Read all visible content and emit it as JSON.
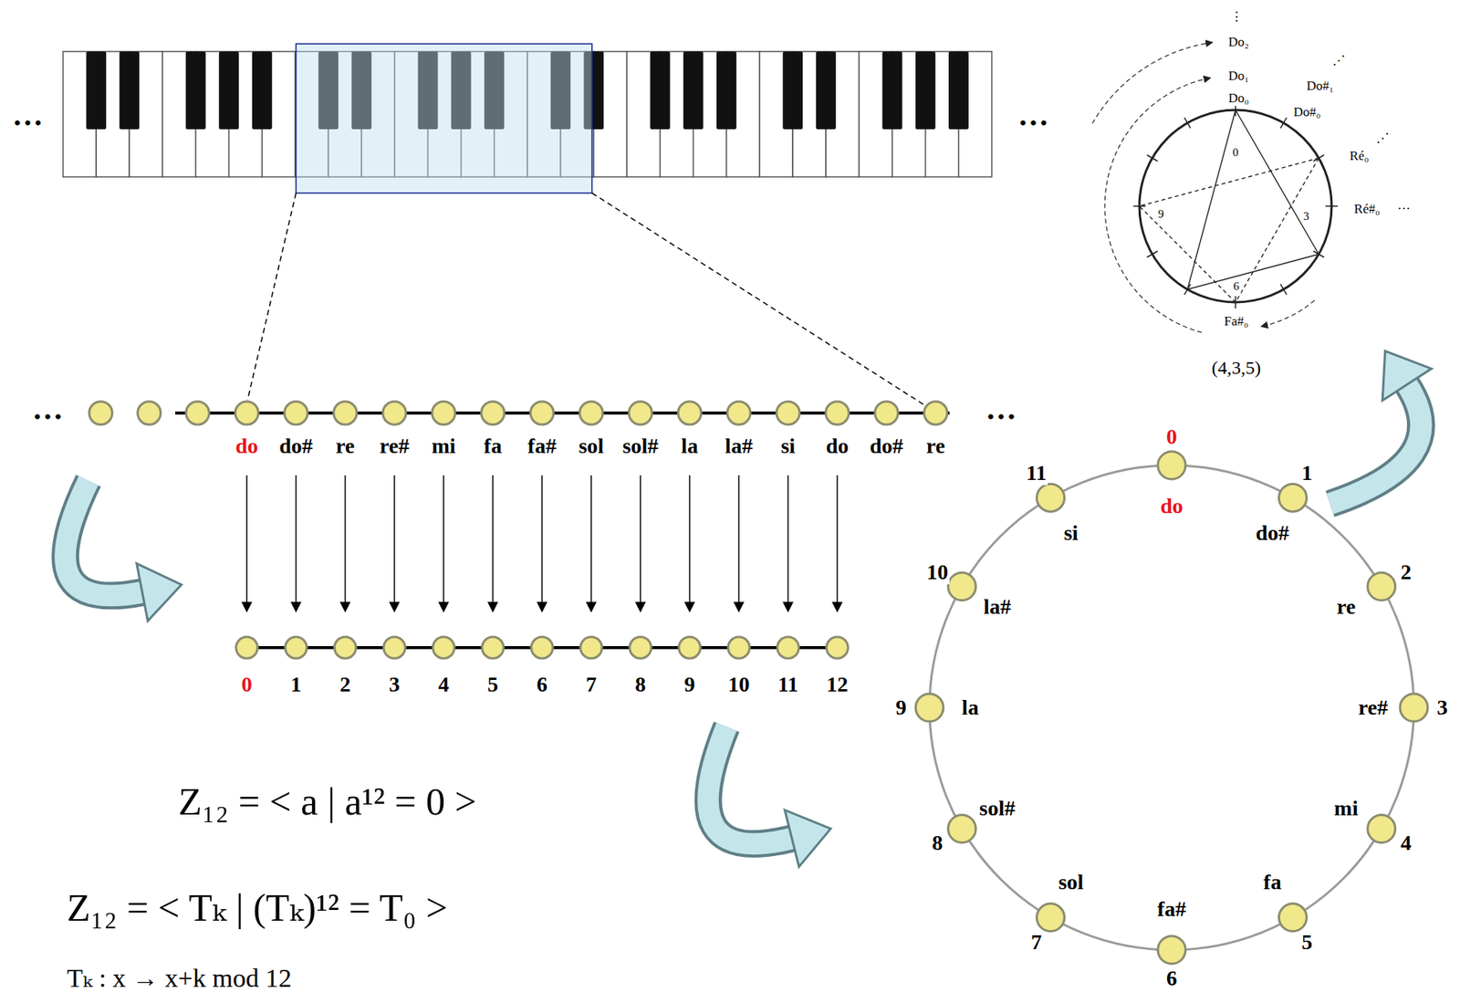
{
  "diagram": {
    "labels": [
      "…",
      "…",
      "⋮",
      "Do₂",
      "Do₁",
      "Do₀",
      "⋰",
      "Do#₁",
      "Do#₀",
      "0",
      "⋰",
      "Ré₀",
      "Ré#₀",
      "···",
      "9",
      "3",
      "6",
      "Fa#₀",
      "(4,3,5)",
      "…",
      "do",
      "do#",
      "re",
      "re#",
      "mi",
      "fa",
      "fa#",
      "sol",
      "sol#",
      "la",
      "la#",
      "si",
      "do",
      "do#",
      "re",
      "…",
      "0",
      "1",
      "2",
      "3",
      "4",
      "5",
      "6",
      "7",
      "8",
      "9",
      "10",
      "11",
      "12",
      "Z₁₂ = < a | a¹² = 0 >",
      "Z₁₂ = < Tₖ | (Tₖ)¹² = T₀ >",
      "Tₖ : x → x+k mod 12",
      "0",
      "do",
      "1",
      "do#",
      "2",
      "re",
      "3",
      "re#",
      "4",
      "mi",
      "5",
      "fa",
      "6",
      "fa#",
      "7",
      "sol",
      "8",
      "sol#",
      "9",
      "la",
      "10",
      "la#",
      "11",
      "si"
    ]
  }
}
